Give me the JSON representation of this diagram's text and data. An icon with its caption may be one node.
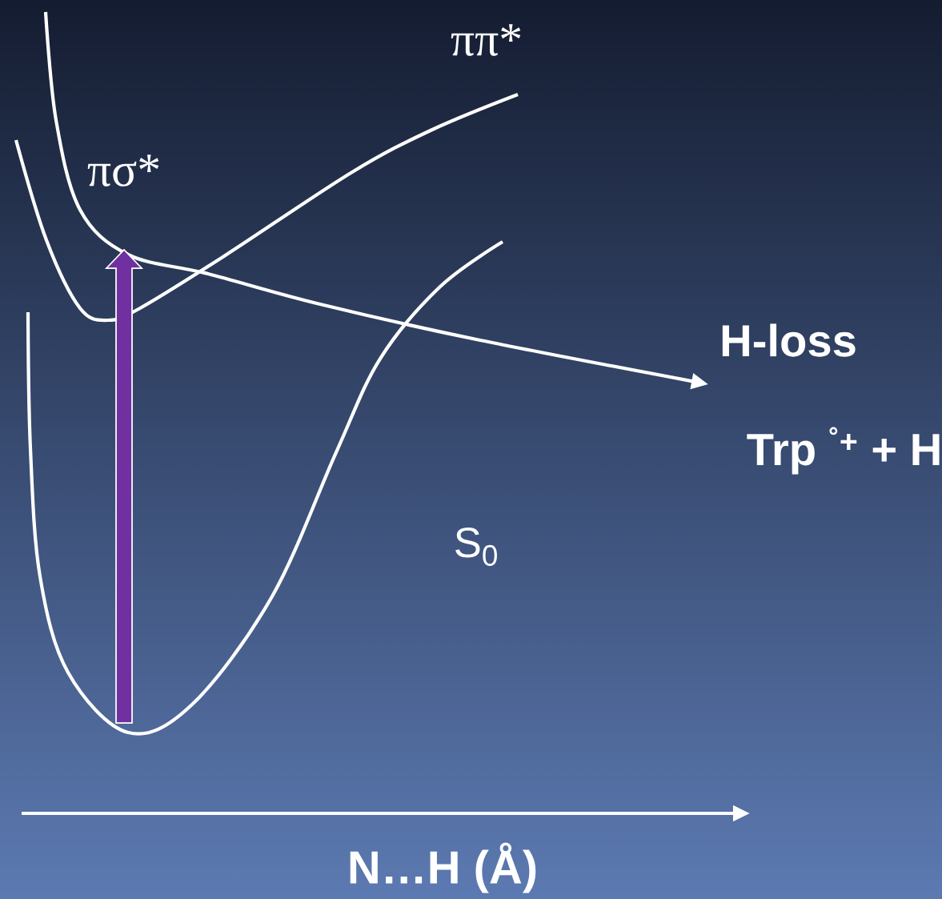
{
  "diagram": {
    "labels": [
      "ππ*",
      "πσ*",
      "H-loss",
      "Trp $^{˚+}$ + H",
      "S$_{0}$",
      "N…H (Å)"
    ]
  }
}
